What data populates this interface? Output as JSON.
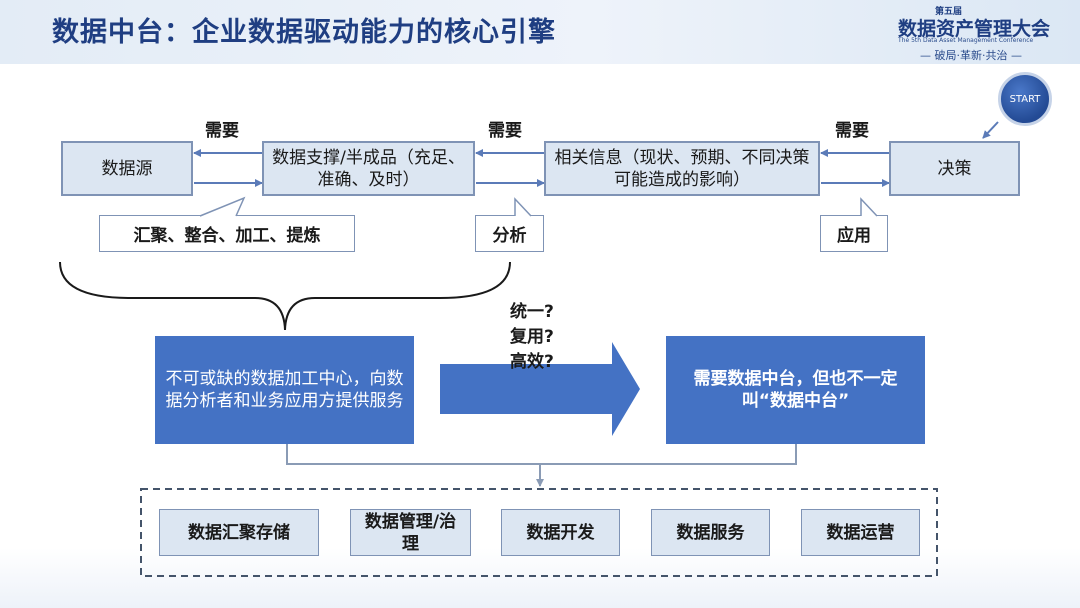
{
  "header": {
    "title": "数据中台：企业数据驱动能力的核心引擎",
    "conference_edition": "第五届",
    "conference_name": "数据资产管理大会",
    "conference_en": "The 5th Data Asset Management Conference",
    "conference_slogan": "— 破局·革新·共治 —"
  },
  "flow": {
    "start_label": "START",
    "boxes": {
      "source": "数据源",
      "support": "数据支撑/半成品（充足、准确、及时）",
      "info": "相关信息（现状、预期、不同决策可能造成的影响）",
      "decision": "决策"
    },
    "need_labels": [
      "需要",
      "需要",
      "需要"
    ],
    "callouts": {
      "aggregate": "汇聚、整合、加工、提炼",
      "analyze": "分析",
      "apply": "应用"
    }
  },
  "middle": {
    "left_box": "不可或缺的数据加工中心，向数据分析者和业务应用方提供服务",
    "questions": [
      "统一?",
      "复用?",
      "高效?"
    ],
    "right_box": "需要数据中台，但也不一定叫“数据中台”"
  },
  "capabilities": [
    "数据汇聚存储",
    "数据管理/治理",
    "数据开发",
    "数据服务",
    "数据运营"
  ],
  "colors": {
    "title": "#1f3e82",
    "box_fill": "#dce6f2",
    "box_border": "#7f93b5",
    "accent_blue": "#4472c4"
  }
}
